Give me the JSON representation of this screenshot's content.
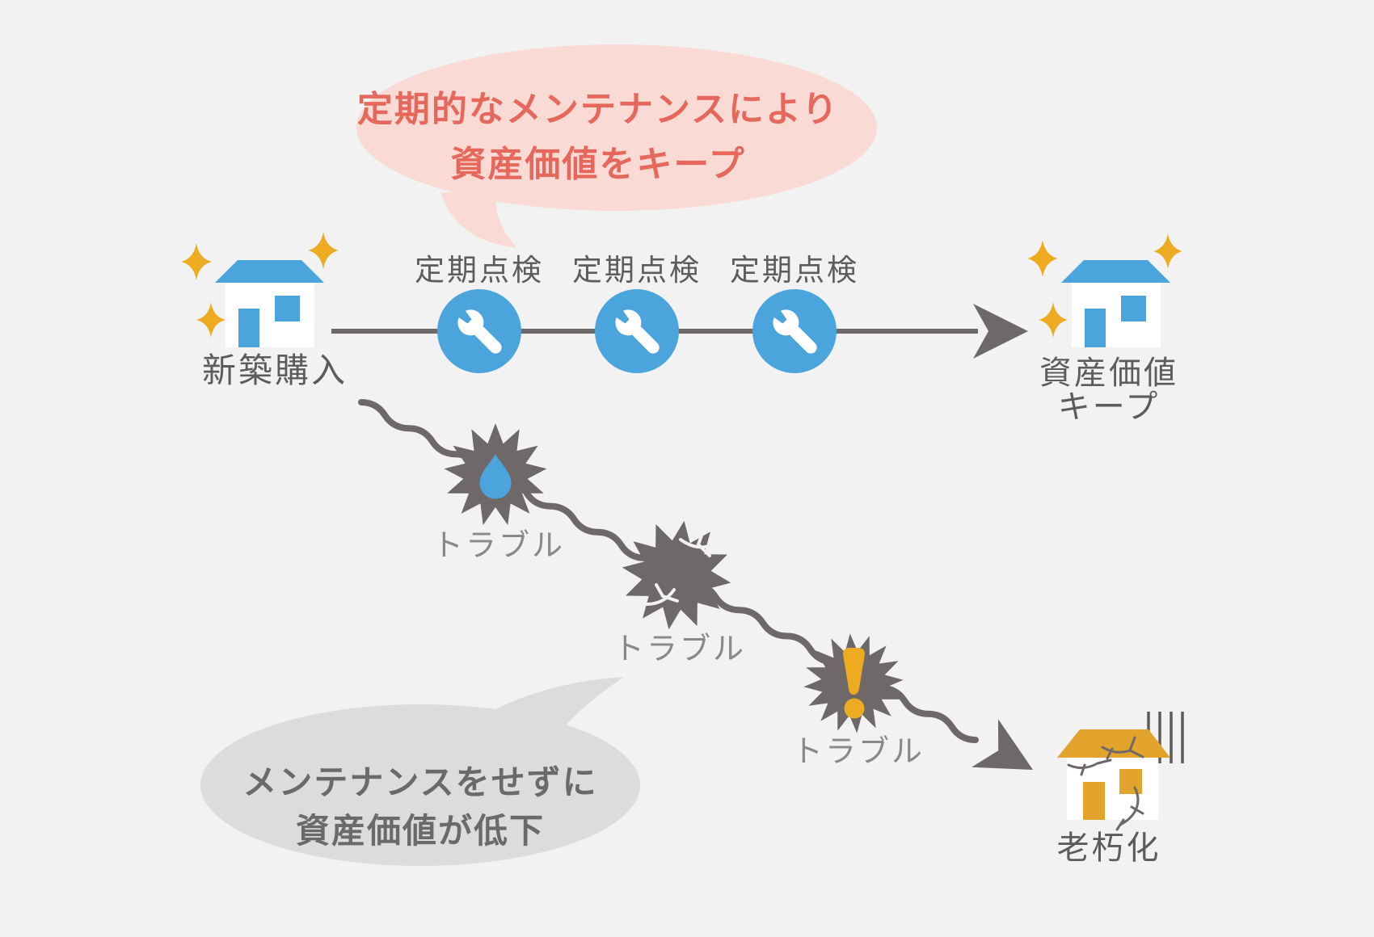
{
  "background_color": "#F2F2F3",
  "palette": {
    "blue": "#4BA4DB",
    "sparkle_orange": "#EDAB22",
    "old_house_mustard": "#E2A42C",
    "dark_gray": "#6E6968",
    "label_dark": "#5E5B5A",
    "label_gray": "#8B8887",
    "pink_bubble_fill": "#FADAD5",
    "pink_bubble_text": "#E6685D",
    "gray_bubble_fill": "#DCDCDD",
    "gray_bubble_text": "#6B6A6A"
  },
  "top_bubble": {
    "line1": "定期的なメンテナンスにより",
    "line2": "資産価値をキープ"
  },
  "maintained_path": {
    "start_label": "新築購入",
    "inspection_labels": [
      "定期点検",
      "定期点検",
      "定期点検"
    ],
    "end_label_line1": "資産価値",
    "end_label_line2": "キープ"
  },
  "neglected_path": {
    "trouble_labels": [
      "トラブル",
      "トラブル",
      "トラブル"
    ],
    "trouble_icons": [
      "water-drop-icon",
      "crack-icon",
      "exclamation-icon"
    ],
    "end_label": "老朽化"
  },
  "bottom_bubble": {
    "line1": "メンテナンスをせずに",
    "line2": "資産価値が低下"
  }
}
